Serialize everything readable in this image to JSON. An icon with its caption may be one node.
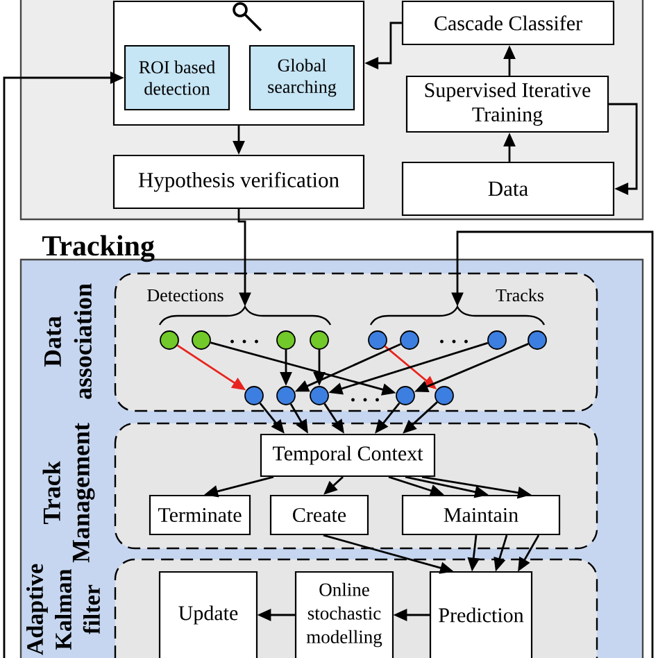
{
  "diagram": {
    "nodes": [
      {
        "text": [],
        "shape": "box"
      },
      {
        "text": [],
        "shape": "box",
        "in": 0
      },
      {
        "text": [
          "ROI based detection"
        ],
        "in": 1
      },
      {
        "text": [
          "Global searching"
        ],
        "in": 1
      },
      {
        "text": [
          "Cascade Classifer"
        ],
        "in": 0
      },
      {
        "text": [
          "Supervised Iterative Training"
        ],
        "in": 0
      },
      {
        "text": [
          "Hypothesis verification"
        ],
        "in": 0
      },
      {
        "text": [
          "Data"
        ],
        "in": 0
      },
      {
        "text": [
          "Tracking"
        ]
      },
      {
        "text": [
          "Data association"
        ],
        "in": 8
      },
      {
        "text": [
          "Detections"
        ],
        "in": 9
      },
      {
        "text": [
          "Tracks"
        ],
        "in": 9
      },
      {
        "text": [],
        "shape": "circle",
        "in": 9
      },
      {
        "text": [],
        "shape": "circle",
        "in": 9
      },
      {
        "text": [],
        "shape": "circle",
        "in": 9
      },
      {
        "text": [],
        "shape": "circle",
        "in": 9
      },
      {
        "text": [],
        "shape": "circle",
        "in": 9
      },
      {
        "text": [],
        "shape": "circle",
        "in": 9
      },
      {
        "text": [],
        "shape": "circle",
        "in": 9
      },
      {
        "text": [],
        "shape": "circle",
        "in": 9
      },
      {
        "text": [],
        "shape": "circle",
        "in": 9
      },
      {
        "text": [],
        "shape": "circle",
        "in": 9
      },
      {
        "text": [],
        "shape": "circle",
        "in": 9
      },
      {
        "text": [],
        "shape": "circle",
        "in": 9
      },
      {
        "text": [],
        "shape": "circle",
        "in": 9
      },
      {
        "text": [
          "Track Management"
        ],
        "in": 8
      },
      {
        "text": [
          "Temporal Context"
        ],
        "in": 25
      },
      {
        "text": [
          "Terminate"
        ],
        "in": 25
      },
      {
        "text": [
          "Create"
        ],
        "in": 25
      },
      {
        "text": [
          "Maintain"
        ],
        "in": 25
      },
      {
        "text": [
          "Adaptive Kalman filter"
        ],
        "in": 8
      },
      {
        "text": [
          "Update"
        ],
        "in": 30
      },
      {
        "text": [
          "Online stochastic modelling"
        ],
        "in": 30
      },
      {
        "text": [
          "Prediction"
        ],
        "in": 30
      }
    ],
    "edges": [
      {
        "from": 4,
        "to": 1,
        "arrow": "to"
      },
      {
        "from": 5,
        "to": 4,
        "arrow": "to"
      },
      {
        "from": 5,
        "to": 7,
        "arrow": "to"
      },
      {
        "from": 7,
        "to": 5,
        "arrow": "to"
      },
      {
        "from": 1,
        "to": 6,
        "arrow": "to"
      },
      {
        "from": 6,
        "to": 10,
        "arrow": "to"
      },
      {
        "from": 8,
        "to": 2,
        "arrow": "to"
      },
      {
        "from": null,
        "to": 11,
        "arrow": "to"
      },
      {
        "from": 12,
        "to": 20,
        "arrow": "to",
        "color": "#e8231d"
      },
      {
        "from": 13,
        "to": 23,
        "arrow": "to"
      },
      {
        "from": 14,
        "to": 21,
        "arrow": "to"
      },
      {
        "from": 15,
        "to": 22,
        "arrow": "to"
      },
      {
        "from": 16,
        "to": 24,
        "arrow": "to",
        "color": "#e8231d"
      },
      {
        "from": 17,
        "to": 21,
        "arrow": "to"
      },
      {
        "from": 18,
        "to": 22,
        "arrow": "to"
      },
      {
        "from": 19,
        "to": 23,
        "arrow": "to"
      },
      {
        "from": 20,
        "to": 26,
        "arrow": "to"
      },
      {
        "from": 21,
        "to": 26,
        "arrow": "to"
      },
      {
        "from": 22,
        "to": 26,
        "arrow": "to"
      },
      {
        "from": 23,
        "to": 26,
        "arrow": "to"
      },
      {
        "from": 24,
        "to": 26,
        "arrow": "to"
      },
      {
        "from": 26,
        "to": 27,
        "arrow": "to"
      },
      {
        "from": 26,
        "to": 28,
        "arrow": "to"
      },
      {
        "from": 26,
        "to": 29,
        "arrow": "to"
      },
      {
        "from": 26,
        "to": 29,
        "arrow": "to"
      },
      {
        "from": 26,
        "to": 29,
        "arrow": "to"
      },
      {
        "from": 28,
        "to": 33,
        "arrow": "to"
      },
      {
        "from": 29,
        "to": 33,
        "arrow": "to"
      },
      {
        "from": 29,
        "to": 33,
        "arrow": "to"
      },
      {
        "from": 29,
        "to": 33,
        "arrow": "to"
      },
      {
        "from": 33,
        "to": 32,
        "arrow": "to"
      },
      {
        "from": 32,
        "to": 31,
        "arrow": "to"
      }
    ],
    "labels": [
      ". . .",
      ". . .",
      ". . ."
    ]
  }
}
